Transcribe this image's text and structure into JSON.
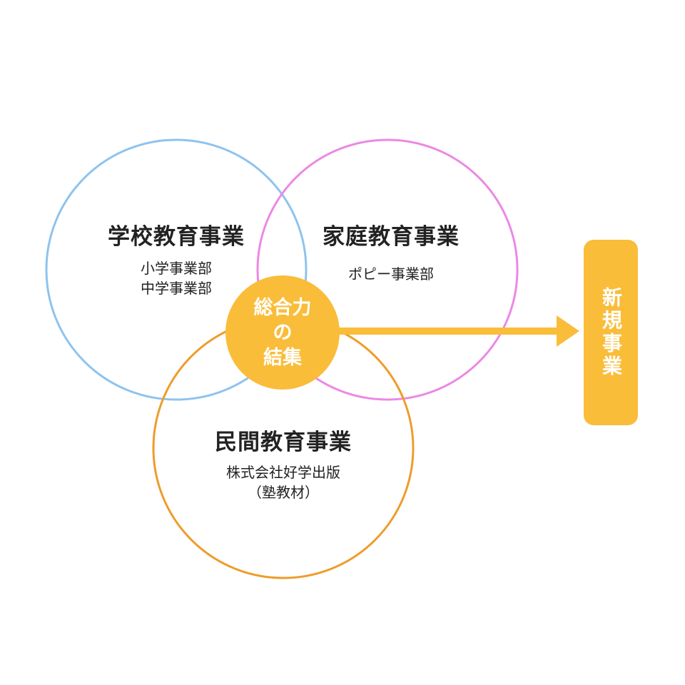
{
  "colors": {
    "school": "#8ec3ee",
    "home": "#ec88e4",
    "private": "#ee9c2a",
    "core": "#f9bd3a",
    "arrow": "#f9bd3a",
    "text": "#222222"
  },
  "school": {
    "title": "学校教育事業",
    "sub1": "小学事業部",
    "sub2": "中学事業部"
  },
  "home": {
    "title": "家庭教育事業",
    "sub1": "ポピー事業部"
  },
  "private": {
    "title": "民間教育事業",
    "sub1": "株式会社好学出版",
    "sub2": "（塾教材）"
  },
  "core": {
    "line1": "総合力",
    "line2": "の",
    "line3": "結集"
  },
  "new_business": {
    "label": "新規事業"
  }
}
